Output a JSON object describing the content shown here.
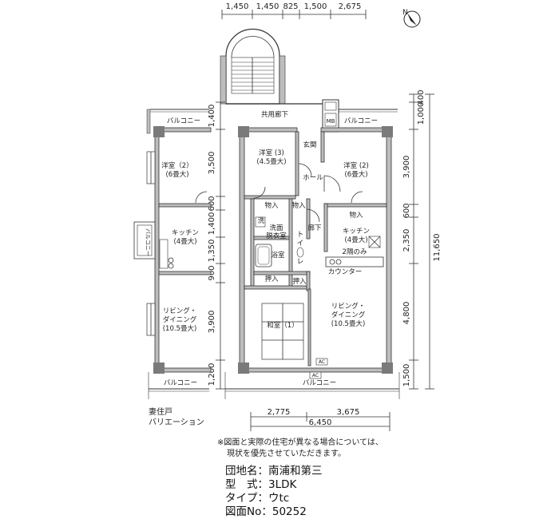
{
  "dimensions": {
    "top": [
      "1,450",
      "1,450",
      "825",
      "1,500",
      "2,675"
    ],
    "right": [
      "1,000",
      "400",
      "3,900",
      "600",
      "2,350",
      "11,650",
      "4,800",
      "1,500"
    ],
    "left": [
      "1,400",
      "3,500",
      "600",
      "1,400",
      "1,350",
      "900",
      "3,900",
      "1,200"
    ],
    "bottom_parts": [
      "2,775",
      "3,675"
    ],
    "bottom_total": "6,450"
  },
  "rooms": {
    "shared_corridor": "共用廊下",
    "balcony_top": "バルコニー",
    "entrance": "玄関",
    "western3_name": "洋室 (3)",
    "western3_size": "(4.5畳大)",
    "hall": "ホール",
    "western2_name": "洋室 (2)",
    "western2_size": "(6畳大)",
    "storage1": "物入",
    "storage2": "物入",
    "storage3": "物入",
    "corridor": "廊下",
    "wash": "洗",
    "washroom_line1": "洗面",
    "washroom_line2": "脱衣室",
    "toilet_line1": "ト",
    "toilet_line2": "イ",
    "toilet_line3": "レ",
    "bath": "浴室",
    "kitchen_name": "キッチン",
    "kitchen_size": "(4畳大)",
    "two_burner": "2隔のみ",
    "counter": "カウンター",
    "closet1": "押入",
    "closet2": "押入",
    "living_line1": "リビング・",
    "living_line2": "ダイニング",
    "living_size": "(10.5畳大)",
    "japanese_room": "和室（1）",
    "ac1": "AC",
    "ac2": "AC",
    "balcony_bottom": "バルコニー",
    "meter": "MB"
  },
  "variant": {
    "balcony_top": "バルコニー",
    "western2_name": "洋室（2）",
    "western2_size": "(6畳大)",
    "kitchen_name": "キッチン",
    "kitchen_size": "(4畳大)",
    "balcony_side": "バルコニー",
    "living_line1": "リビング・",
    "living_line2": "ダイニング",
    "living_size": "(10.5畳大)",
    "balcony_bottom": "バルコニー",
    "caption_line1": "妻住戸",
    "caption_line2": "バリエーション"
  },
  "note": {
    "line1": "※図面と実際の住宅が異なる場合については、",
    "line2": "現状を優先させていただきます。"
  },
  "info": {
    "complex_label": "団地名：",
    "complex_value": "南浦和第三",
    "type_label": "型　式：",
    "type_value": "3LDK",
    "kind_label": "タイプ：",
    "kind_value": "ウtc",
    "drawing_label": "図面No：",
    "drawing_value": "50252"
  },
  "compass_label": "N"
}
